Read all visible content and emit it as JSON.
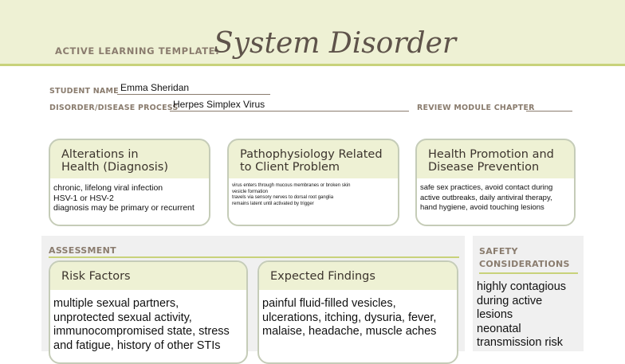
{
  "header": {
    "template_label": "ACTIVE LEARNING TEMPLATE:",
    "title": "System Disorder"
  },
  "fields": {
    "student_name_label": "STUDENT NAME",
    "student_name_value": "Emma Sheridan",
    "disorder_label": "DISORDER/DISEASE PROCESS",
    "disorder_value": "Herpes Simplex Virus",
    "review_label": "REVIEW MODULE CHAPTER"
  },
  "boxes": {
    "alterations": {
      "title_lines": [
        "Alterations in",
        "Health (Diagnosis)"
      ],
      "body_lines": [
        "chronic, lifelong viral infection",
        "HSV-1 or HSV-2",
        "diagnosis may be primary or recurrent"
      ]
    },
    "patho": {
      "title_lines": [
        "Pathophysiology Related",
        "to Client Problem"
      ],
      "body_lines": [
        "virus enters through mucous membranes or broken skin",
        "vesicle formation",
        "travels via sensory nerves to dorsal root ganglia",
        "remains latent until activated by trigger"
      ]
    },
    "health_promotion": {
      "title_lines": [
        "Health Promotion and",
        "Disease Prevention"
      ],
      "body_lines": [
        "safe sex practices, avoid contact during",
        "active outbreaks, daily antiviral therapy,",
        "hand hygiene, avoid touching lesions"
      ]
    }
  },
  "assessment": {
    "title": "ASSESSMENT",
    "risk_factors": {
      "title": "Risk Factors",
      "lines": [
        "multiple sexual partners,",
        "unprotected sexual activity,",
        "immunocompromised state, stress",
        "and fatigue, history of other STIs"
      ]
    },
    "expected_findings": {
      "title": "Expected Findings",
      "lines": [
        "painful fluid-filled vesicles,",
        "ulcerations, itching, dysuria, fever,",
        "malaise, headache, muscle aches"
      ]
    }
  },
  "safety": {
    "title_lines": [
      "SAFETY",
      "CONSIDERATIONS"
    ],
    "lines": [
      "highly contagious",
      "during active",
      "lesions",
      "neonatal",
      "transmission risk"
    ]
  }
}
